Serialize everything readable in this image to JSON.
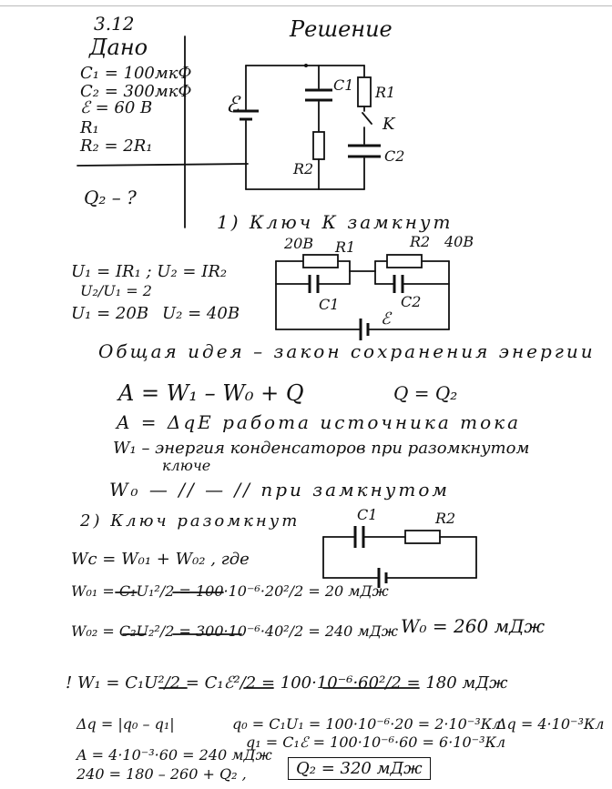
{
  "problem": {
    "number": "3.12",
    "given_title": "Дано",
    "given": [
      "C₁ = 100мкФ",
      "C₂ = 300мкФ",
      "ℰ = 60 В",
      "R₁",
      "R₂ = 2R₁"
    ],
    "find": "Q₂ – ?"
  },
  "solution": {
    "title": "Решение",
    "step1_heading": "1) Ключ К замкнут",
    "diagram1_labels": {
      "e": "ℰ",
      "c1": "C1",
      "r1": "R1",
      "k": "K",
      "c2": "C2",
      "r2": "R2"
    },
    "diagram2_labels": {
      "v1": "20В",
      "r1": "R1",
      "r2": "R2",
      "v2": "40В",
      "c1": "C1",
      "c2": "C2",
      "e": "ℰ"
    },
    "ohm_line": "U₁ = IR₁ ; U₂ = IR₂",
    "ratio": "U₂/U₁ = 2",
    "u1": "U₁ = 20В",
    "u2": "U₂ = 40В",
    "idea": "Общая идея – закон сохранения энергии",
    "energy_eq": "A = W₁ – W₀ + Q",
    "q_eq": "Q = Q₂",
    "work_eq": "A = ΔqE работа источника тока",
    "w1_desc_a": "W₁ – энергия конденсаторов при разомкнутом",
    "w1_desc_b": "ключе",
    "w0_desc": "W₀ — // — // при замкнутом",
    "step2_heading": "2) Ключ разомкнут",
    "diagram3_labels": {
      "c1": "C1",
      "r2": "R2"
    },
    "wc": "Wc = W₀₁ + W₀₂ , где",
    "w01": "W₀₁ = C₁U₁²/2 = 100·10⁻⁶·20²/2 = 20 мДж",
    "w02": "W₀₂ = C₂U₂²/2 = 300·10⁻⁶·40²/2 = 240 мДж",
    "w0_total": "W₀ = 260 мДж",
    "w1": "! W₁ = C₁U²/2 = C₁ℰ²/2 = 100·10⁻⁶·60²/2 = 180 мДж",
    "dq": "Δq = |q₀ – q₁|",
    "q0": "q₀ = C₁U₁ = 100·10⁻⁶·20 = 2·10⁻³Кл",
    "q1": "q₁ = C₁ℰ = 100·10⁻⁶·60 = 6·10⁻³Кл",
    "dq_val": "Δq = 4·10⁻³Кл",
    "a_val": "A = 4·10⁻³·60 = 240 мДж",
    "balance": "240 = 180 – 260 + Q₂ ,",
    "answer": "Q₂ = 320 мДж"
  }
}
